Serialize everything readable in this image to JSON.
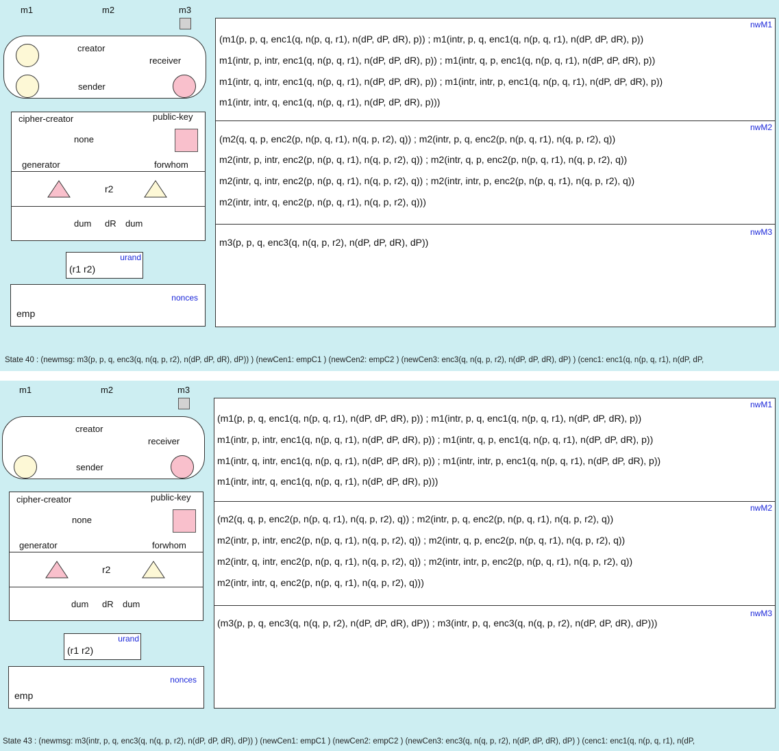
{
  "panels": [
    {
      "labels": {
        "m1": "m1",
        "m2": "m2",
        "m3": "m3"
      },
      "roles": {
        "creator": "creator",
        "receiver": "receiver",
        "sender": "sender"
      },
      "cipher": {
        "title": "cipher-creator",
        "public_key": "public-key",
        "none": "none",
        "generator": "generator",
        "forwhom": "forwhom",
        "r2": "r2",
        "dum1": "dum",
        "dR": "dR",
        "dum2": "dum"
      },
      "urand": {
        "tag": "urand",
        "value": "(r1 r2)"
      },
      "nonces": {
        "tag": "nonces",
        "value": "emp"
      },
      "nwM1": {
        "tag": "nwM1",
        "lines": [
          "(m1(p, p, q, enc1(q, n(p, q, r1), n(dP, dP, dR), p)) ; m1(intr, p, q, enc1(q, n(p, q, r1), n(dP, dP, dR), p))",
          "m1(intr, p, intr, enc1(q, n(p, q, r1), n(dP, dP, dR), p)) ; m1(intr, q, p, enc1(q, n(p, q, r1), n(dP, dP, dR), p))",
          "m1(intr, q, intr, enc1(q, n(p, q, r1), n(dP, dP, dR), p)) ; m1(intr, intr, p, enc1(q, n(p, q, r1), n(dP, dP, dR), p))",
          "m1(intr, intr, q, enc1(q, n(p, q, r1), n(dP, dP, dR), p)))"
        ]
      },
      "nwM2": {
        "tag": "nwM2",
        "lines": [
          "(m2(q, q, p, enc2(p, n(p, q, r1), n(q, p, r2), q)) ; m2(intr, p, q, enc2(p, n(p, q, r1), n(q, p, r2), q))",
          "m2(intr, p, intr, enc2(p, n(p, q, r1), n(q, p, r2), q)) ; m2(intr, q, p, enc2(p, n(p, q, r1), n(q, p, r2), q))",
          "m2(intr, q, intr, enc2(p, n(p, q, r1), n(q, p, r2), q)) ; m2(intr, intr, p, enc2(p, n(p, q, r1), n(q, p, r2), q))",
          "m2(intr, intr, q, enc2(p, n(p, q, r1), n(q, p, r2), q)))"
        ]
      },
      "nwM3": {
        "tag": "nwM3",
        "lines": [
          "m3(p, p, q, enc3(q, n(q, p, r2), n(dP, dP, dR), dP))"
        ]
      },
      "status": "State 40 : (newmsg: m3(p, p, q, enc3(q, n(q, p, r2), n(dP, dP, dR), dP)) ) (newCen1: empC1 ) (newCen2: empC2 ) (newCen3: enc3(q, n(q, p, r2), n(dP, dP, dR), dP) ) (cenc1: enc1(q, n(p, q, r1), n(dP, dP,"
    },
    {
      "labels": {
        "m1": "m1",
        "m2": "m2",
        "m3": "m3"
      },
      "roles": {
        "creator": "creator",
        "receiver": "receiver",
        "sender": "sender"
      },
      "cipher": {
        "title": "cipher-creator",
        "public_key": "public-key",
        "none": "none",
        "generator": "generator",
        "forwhom": "forwhom",
        "r2": "r2",
        "dum1": "dum",
        "dR": "dR",
        "dum2": "dum"
      },
      "urand": {
        "tag": "urand",
        "value": "(r1 r2)"
      },
      "nonces": {
        "tag": "nonces",
        "value": "emp"
      },
      "nwM1": {
        "tag": "nwM1",
        "lines": [
          "(m1(p, p, q, enc1(q, n(p, q, r1), n(dP, dP, dR), p)) ; m1(intr, p, q, enc1(q, n(p, q, r1), n(dP, dP, dR), p))",
          "m1(intr, p, intr, enc1(q, n(p, q, r1), n(dP, dP, dR), p)) ; m1(intr, q, p, enc1(q, n(p, q, r1), n(dP, dP, dR), p))",
          "m1(intr, q, intr, enc1(q, n(p, q, r1), n(dP, dP, dR), p)) ; m1(intr, intr, p, enc1(q, n(p, q, r1), n(dP, dP, dR), p))",
          "m1(intr, intr, q, enc1(q, n(p, q, r1), n(dP, dP, dR), p)))"
        ]
      },
      "nwM2": {
        "tag": "nwM2",
        "lines": [
          "(m2(q, q, p, enc2(p, n(p, q, r1), n(q, p, r2), q)) ; m2(intr, p, q, enc2(p, n(p, q, r1), n(q, p, r2), q))",
          "m2(intr, p, intr, enc2(p, n(p, q, r1), n(q, p, r2), q)) ; m2(intr, q, p, enc2(p, n(p, q, r1), n(q, p, r2), q))",
          "m2(intr, q, intr, enc2(p, n(p, q, r1), n(q, p, r2), q)) ; m2(intr, intr, p, enc2(p, n(p, q, r1), n(q, p, r2), q))",
          "m2(intr, intr, q, enc2(p, n(p, q, r1), n(q, p, r2), q)))"
        ]
      },
      "nwM3": {
        "tag": "nwM3",
        "lines": [
          "(m3(p, p, q, enc3(q, n(q, p, r2), n(dP, dP, dR), dP)) ; m3(intr, p, q, enc3(q, n(q, p, r2), n(dP, dP, dR), dP)))"
        ]
      },
      "status": "State 43 : (newmsg: m3(intr, p, q, enc3(q, n(q, p, r2), n(dP, dP, dR), dP)) ) (newCen1: empC1 ) (newCen2: empC2 ) (newCen3: enc3(q, n(q, p, r2), n(dP, dP, dR), dP) ) (cenc1: enc1(q, n(p, q, r1), n(dP,"
    }
  ],
  "colors": {
    "panel_bg": "#cdeef2",
    "pink": "#f9c0cc",
    "cream": "#fdf8d6",
    "tag_blue": "#1a26d9"
  }
}
